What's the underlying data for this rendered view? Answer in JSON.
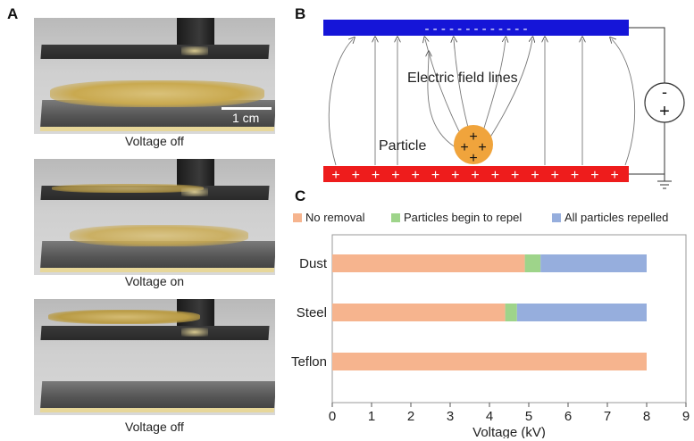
{
  "panel_a": {
    "letter": "A",
    "scale_label": "1 cm",
    "captions": [
      "Voltage off",
      "Voltage on",
      "Voltage off"
    ]
  },
  "panel_b": {
    "letter": "B",
    "top_electrode_signs": "- - - - - - - - - - - - -",
    "bottom_electrode_sign": "+",
    "field_lines_label": "Electric field lines",
    "particle_label": "Particle",
    "battery_minus": "-",
    "battery_plus": "+",
    "colors": {
      "top_electrode": "#1515d8",
      "bottom_electrode": "#ee1c1c",
      "particle": "#f0a43c"
    }
  },
  "panel_c": {
    "letter": "C"
  },
  "chart_data": {
    "type": "bar",
    "orientation": "horizontal",
    "stacked": true,
    "categories": [
      "Dust",
      "Steel",
      "Teflon"
    ],
    "series": [
      {
        "name": "No removal",
        "color": "#f6b48e",
        "values": [
          4.9,
          4.4,
          8.0
        ]
      },
      {
        "name": "Particles begin to repel",
        "color": "#9ed48a",
        "values": [
          0.4,
          0.3,
          0.0
        ]
      },
      {
        "name": "All particles repelled",
        "color": "#96aedd",
        "values": [
          2.7,
          3.3,
          0.0
        ]
      }
    ],
    "xlabel": "Voltage (kV)",
    "xlim": [
      0,
      9
    ],
    "xticks": [
      0,
      1,
      2,
      3,
      4,
      5,
      6,
      7,
      8,
      9
    ],
    "grid": false,
    "legend_position": "top"
  }
}
